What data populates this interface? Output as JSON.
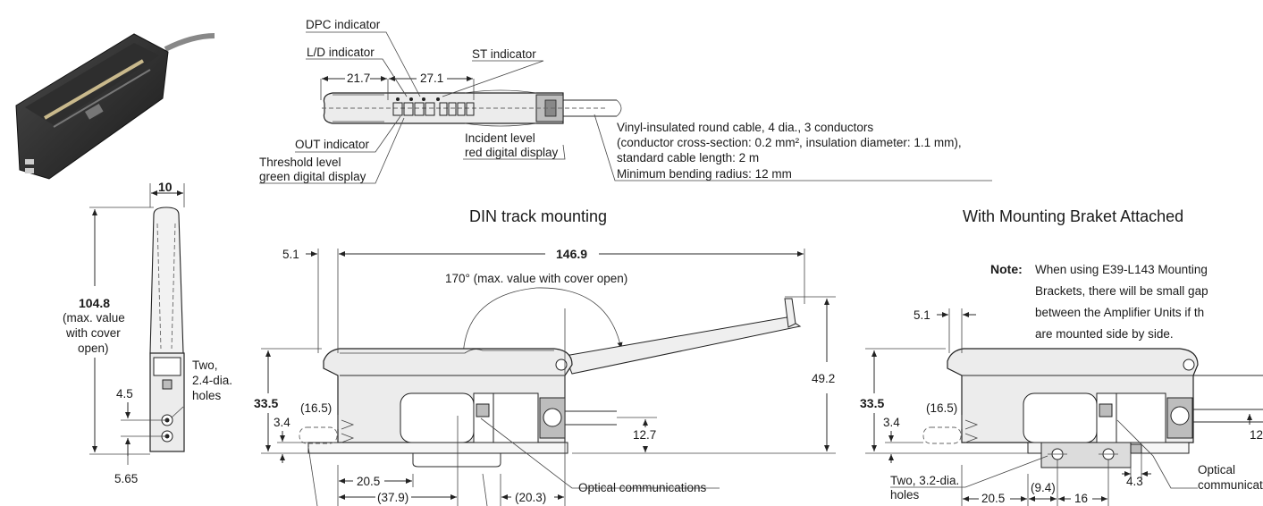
{
  "top_view": {
    "labels": {
      "dpc": "DPC indicator",
      "ld": "L/D indicator",
      "st": "ST indicator",
      "out": "OUT indicator",
      "threshold_1": "Threshold level",
      "threshold_2": "green digital display",
      "incident_1": "Incident level",
      "incident_2": "red digital display"
    },
    "dims": {
      "d1": "21.7",
      "d2": "27.1"
    },
    "cable_note": [
      "Vinyl-insulated round cable, 4 dia., 3 conductors",
      "(conductor cross-section: 0.2 mm², insulation diameter: 1.1 mm),",
      "standard cable length: 2 m",
      "Minimum bending radius: 12 mm"
    ]
  },
  "front_view": {
    "width": "10",
    "height": "104.8",
    "height_note": [
      "(max. value",
      "with cover",
      "open)"
    ],
    "holes": [
      "Two,",
      "2.4-dia.",
      "holes"
    ],
    "d_45": "4.5",
    "d_565": "5.65"
  },
  "din": {
    "title": "DIN track mounting",
    "length": "146.9",
    "offset": "5.1",
    "angle": "170° (max. value with cover open)",
    "height": "33.5",
    "h492": "49.2",
    "d165": "(16.5)",
    "d34": "3.4",
    "d127": "12.7",
    "d205": "20.5",
    "d379": "(37.9)",
    "d203": "(20.3)",
    "optical": "Optical communications"
  },
  "bracket": {
    "title": "With Mounting Braket Attached",
    "note_head": "Note:",
    "note_lines": [
      "When using E39-L143 Mounting",
      "Brackets, there will be small gap",
      "between the Amplifier Units if th",
      "are mounted side by side."
    ],
    "offset": "5.1",
    "height": "33.5",
    "d165": "(16.5)",
    "d34": "3.4",
    "d12": "12",
    "holes": [
      "Two, 3.2-dia.",
      "holes"
    ],
    "d205": "20.5",
    "d94": "(9.4)",
    "d16": "16",
    "d43": "4.3",
    "optical": [
      "Optical",
      "communicatio"
    ]
  }
}
